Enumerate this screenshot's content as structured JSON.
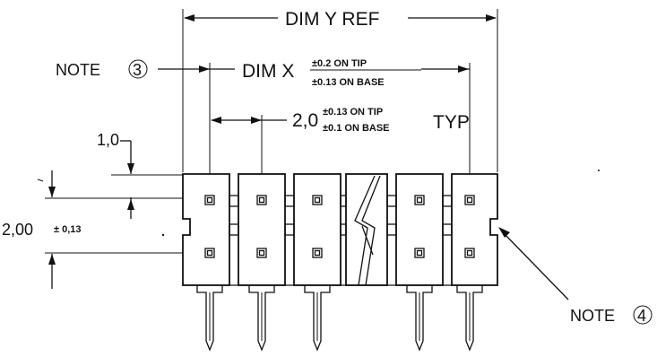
{
  "labels": {
    "dim_y_ref": "DIM Y REF",
    "note3": "NOTE",
    "note3_num": "3",
    "dim_x": "DIM X",
    "dim_x_tol_tip": "±0.2  ON TIP",
    "dim_x_tol_base": "±0.13 ON BASE",
    "pitch_value": "2,0",
    "pitch_tol_tip": "±0.13 ON TIP",
    "pitch_tol_base": "±0.1  ON BASE",
    "pitch_typ": "TYP",
    "dim_1_0": "1,0",
    "dim_2_00": "2,00",
    "dim_2_00_tol": "± 0,13",
    "note4": "NOTE",
    "note4_num": "4"
  },
  "connector": {
    "positions_shown": 6,
    "rows": 2,
    "break_symbol": "lightning-break"
  }
}
